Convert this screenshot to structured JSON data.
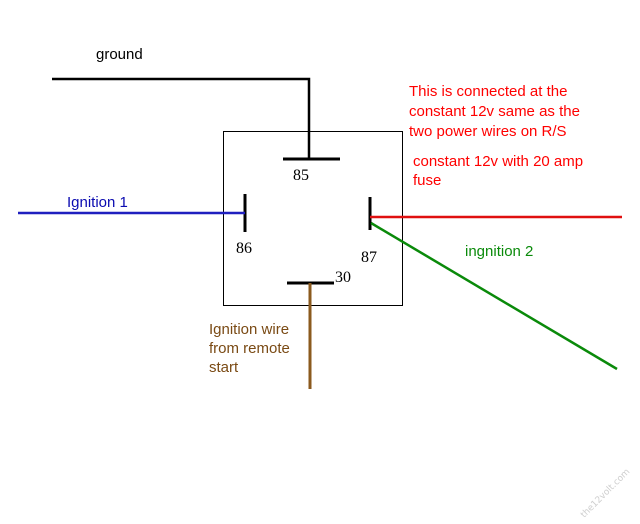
{
  "relay": {
    "pins": {
      "p85": "85",
      "p86": "86",
      "p87": "87",
      "p30": "30"
    }
  },
  "labels": {
    "ground": "ground",
    "ignition1": "Ignition 1",
    "ignition2": "ingnition 2",
    "connected_note": [
      "This is connected at the",
      "constant 12v same as the",
      "two power wires on R/S"
    ],
    "fuse_note": [
      "constant 12v with 20 amp",
      "fuse"
    ],
    "remote_start": [
      "Ignition wire",
      "from remote",
      "start"
    ]
  },
  "watermark": "the12volt.com",
  "colors": {
    "ground_wire": "#000000",
    "ignition1_wire": "#1f1fbf",
    "ignition1_text": "#0a0ab0",
    "power_wire": "#e01010",
    "power_text": "#ff0000",
    "ignition2_wire": "#0a8a0a",
    "ignition2_text": "#0a8a0a",
    "remote_wire": "#8b5a1e",
    "remote_text": "#7a4a14",
    "relay_outline": "#000000"
  }
}
